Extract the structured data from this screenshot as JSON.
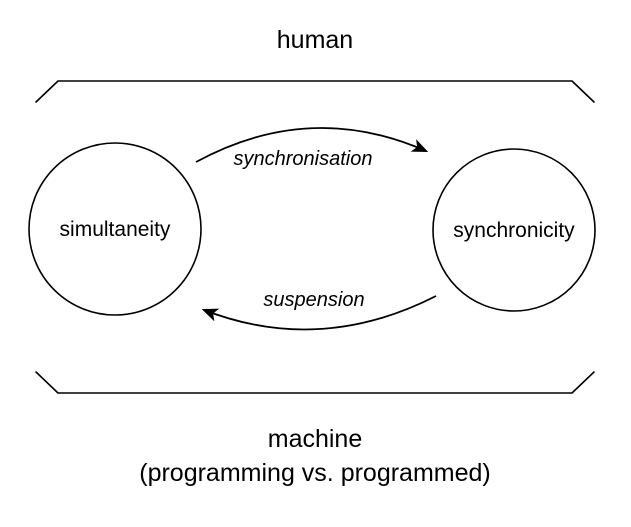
{
  "diagram": {
    "top_label": "human",
    "bottom_label": "machine",
    "bottom_sublabel": "(programming vs. programmed)",
    "left_node": "simultaneity",
    "right_node": "synchronicity",
    "forward_arrow_label": "synchronisation",
    "backward_arrow_label": "suspension",
    "colors": {
      "stroke": "#000000",
      "background": "#ffffff"
    }
  }
}
